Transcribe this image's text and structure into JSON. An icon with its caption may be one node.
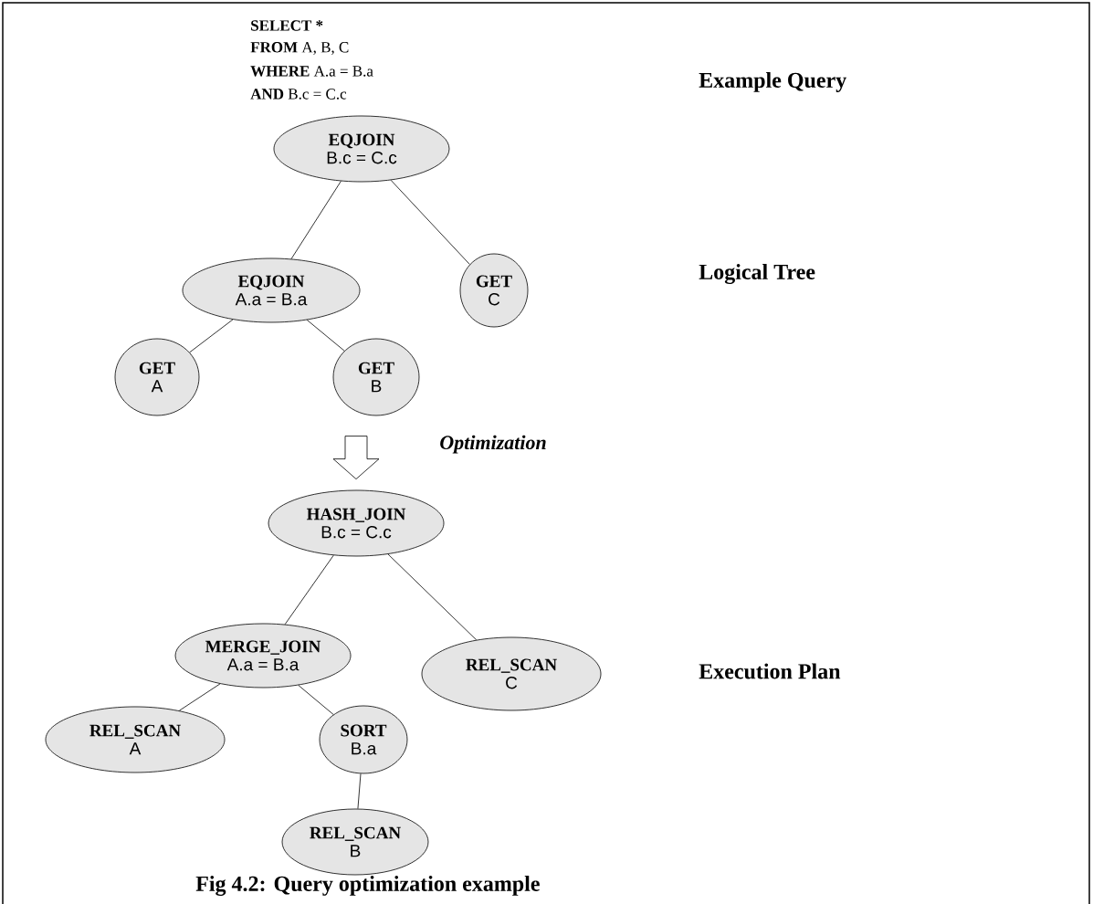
{
  "diagram": {
    "caption": "Fig 4.2: Query optimization example",
    "nodes": [
      {
        "text": [
          "EQJOIN",
          "B.c = C.c"
        ]
      },
      {
        "text": [
          "EQJOIN",
          "A.a = B.a"
        ]
      },
      {
        "text": [
          "GET",
          "C"
        ]
      },
      {
        "text": [
          "GET",
          "A"
        ]
      },
      {
        "text": [
          "GET",
          "B"
        ]
      },
      {
        "text": [
          "HASH_JOIN",
          "B.c = C.c"
        ]
      },
      {
        "text": [
          "MERGE_JOIN",
          "A.a = B.a"
        ]
      },
      {
        "text": [
          "REL_SCAN",
          "C"
        ]
      },
      {
        "text": [
          "REL_SCAN",
          "A"
        ]
      },
      {
        "text": [
          "SORT",
          "B.a"
        ]
      },
      {
        "text": [
          "REL_SCAN",
          "B"
        ]
      }
    ],
    "edges": [
      {
        "from": 0,
        "to": 1,
        "arrow": "none"
      },
      {
        "from": 0,
        "to": 2,
        "arrow": "none"
      },
      {
        "from": 1,
        "to": 3,
        "arrow": "none"
      },
      {
        "from": 1,
        "to": 4,
        "arrow": "none"
      },
      {
        "from": null,
        "to": 5,
        "arrow": "to",
        "label": "Optimization"
      },
      {
        "from": 5,
        "to": 6,
        "arrow": "none"
      },
      {
        "from": 5,
        "to": 7,
        "arrow": "none"
      },
      {
        "from": 6,
        "to": 8,
        "arrow": "none"
      },
      {
        "from": 6,
        "to": 9,
        "arrow": "none"
      },
      {
        "from": 9,
        "to": 10,
        "arrow": "none"
      }
    ],
    "labels": [
      "SELECT *",
      "**FROM** A, B, C",
      "**WHERE** A.a = B.a",
      "**AND** B.c = C.c",
      "Example Query",
      "Logical Tree",
      "Execution Plan"
    ]
  }
}
